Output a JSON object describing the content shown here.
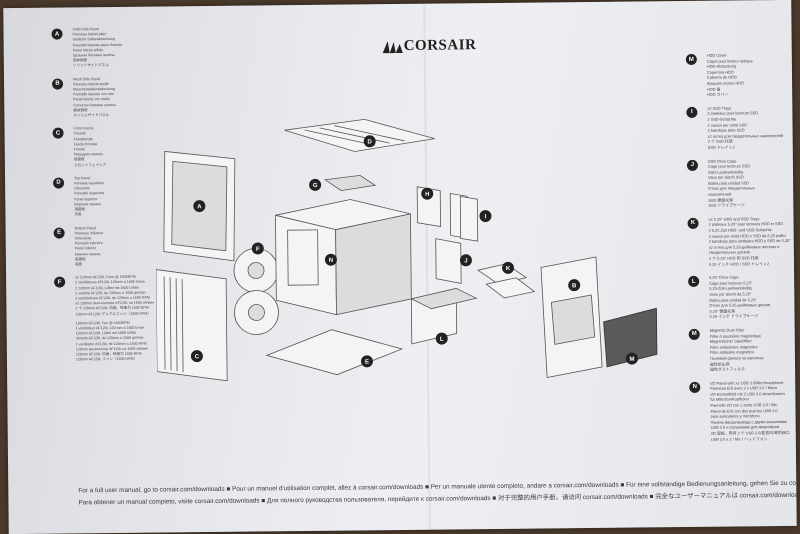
{
  "brand": "CORSAIR",
  "left_legend": [
    {
      "letter": "A",
      "lines": [
        "Solid Side Panel",
        "Panneau latéral plein",
        "Seitliche Seitenabdeckung",
        "Pannello laterale pieno finestra",
        "Panel lateral sólido",
        "Цельная боковая панель",
        "固体側板",
        "ソリッドサイドパネル"
      ]
    },
    {
      "letter": "B",
      "lines": [
        "Mesh Side Panel",
        "Panneau latéral maillé",
        "Maschenseitenabdeckung",
        "Pannello laterale con rete",
        "Panel lateral con malla",
        "Сетчатая боковая панель",
        "網狀側板",
        "メッシュサイドパネル"
      ]
    },
    {
      "letter": "C",
      "lines": [
        "Front Fascia",
        "Façade",
        "Frontblende",
        "Fascia frontale",
        "Frontal",
        "Передняя панель",
        "前面板",
        "フロントフェイシア"
      ]
    },
    {
      "letter": "D",
      "lines": [
        "Top Panel",
        "Panneau supérieur",
        "Oberseite",
        "Pannello superiore",
        "Panel superior",
        "Верхняя панель",
        "頂面板",
        "天板"
      ]
    },
    {
      "letter": "E",
      "lines": [
        "Bottom Panel",
        "Panneau inférieur",
        "Unterseite",
        "Pannello inferiore",
        "Panel inferior",
        "Нижняя панель",
        "底面板",
        "底板"
      ]
    },
    {
      "letter": "F",
      "lines": [
        "x2 120mm AF120L Fans @ 1600RPM",
        "2 ventilateurs AF120L 120mm à 1600 tr/min",
        "2 120mm AF120L Lüfter mit 1600 U/Min",
        "2 ventole AF120L da 120mm a 1600 giri/min",
        "2 ventiladores AF120L de 120mm a 1600 RPM",
        "x2 120mm вентилятора AF120L на 1600 об/мин",
        "2 个 120mm AF120L 风扇，转速为 1600 RPM",
        "120mm AF120L デュアルファン（1600 RPM）",
        "",
        "120mm AF120L Fan @ 1600RPM",
        "1 ventilateur AF120L 120 mm à 1600 tr/min",
        "120mm AF120L Lüfter mit 1600 U/Min",
        "Ventola AF120L da 120mm a 1600 giri/min",
        "1 ventilador AF120L de 120mm a 1600 RPM",
        "120mm вентилятор AF120L на 1600 об/мин",
        "120mm AF120L 风扇，转速为 1600 RPM",
        "120mm AF120L ファン（1600 RPM）"
      ]
    }
  ],
  "right_legend": [
    {
      "letter": "M",
      "lines": [
        "HDD Cover",
        "Capot pour lecteur optique",
        "HDD-Abdeckung",
        "Copertura HDD",
        "Cubierta de HDD",
        "Крышка отсека HDD",
        "HDD 盖",
        "HDD カバー"
      ]
    },
    {
      "letter": "I",
      "lines": [
        "x2 SSD Trays",
        "2 plateaux pour lecteurs SSD",
        "2 SSD-Schächte",
        "2 vassoi per unità SSD",
        "2 bandejas para SSD",
        "x2 лотка для твердотельных накопителей",
        "2 个 SSD 托架",
        "SSD トレイ x 2"
      ]
    },
    {
      "letter": "J",
      "lines": [
        "SSD Drive Cage",
        "Cage pour lecteurs SSD",
        "SSD-Laufwerkskäfig",
        "Vano per dischi SSD",
        "Bahía para unidad SSD",
        "Отсек для твердотельных",
        "накопителей",
        "SSD 硬盘托架",
        "SSD ドライブケージ"
      ]
    },
    {
      "letter": "K",
      "lines": [
        "x2 5.25\" HDD and SSD Trays",
        "2 plateaux 5,25\" pour lecteurs HDD et SSD",
        "2 5,25 Zoll HDD- und SSD-Schächte",
        "2 vassoi per unità HDD e SSD da 5,25 pollici",
        "2 bandejas para unidades HDD y SSD de 5,25\"",
        "x2 лотка для 5,25-дюймовых жестких и",
        "твердотельных дисков",
        "2 个 5.25\" HDD 和 SSD 托架",
        "5.25 インチ HDD / SSD トレイ x 2"
      ]
    },
    {
      "letter": "L",
      "lines": [
        "5.25\" Drive Cage",
        "Cage pour lecteurs 5,25\"",
        "5,25-Zoll-Laufwerkskäfig",
        "Vano per dischi da 5,25\"",
        "Bahía para unidad de 5,25\"",
        "Отсек для 5,25-дюймовых дисков",
        "5.25\" 硬盘托架",
        "5.25 インチ ドライブケージ"
      ]
    },
    {
      "letter": "M",
      "lines": [
        "Magnetic Dust Filter",
        "Filtre à poussière magnétique",
        "Magnetischer Staubfilter",
        "Filtro antipolvere magnetico",
        "Filtro antipolvo magnético",
        "Пылевой фильтр на магнитах",
        "磁性防尘网",
        "磁性ダストフィルタ"
      ]
    },
    {
      "letter": "N",
      "lines": [
        "I/O Panel with x2 USB 3.0/Mic/Headphone",
        "Panneau E/S avec 2 x USB 3.0 / Micro",
        "I/O-Kontrollfeld mit 2 USB 3.0-Anschlüssen",
        "für Mikrofon/Kopfhörer",
        "Pannello I/O con 2 porte USB 3.0 / Mic",
        "Panel de E/S con dos puertos USB 3.0",
        "para auriculares y micrófono",
        "Панель ввода-вывода с двумя разъемами",
        "USB 3.0 и разъемами для микрофона",
        "I/O 面板，带有 2 个 USB 3.0/麦克风/耳机接口",
        "USB 3.0 x 2 / Mic / ヘッドフォン"
      ]
    }
  ],
  "callouts": [
    "A",
    "B",
    "C",
    "D",
    "E",
    "F",
    "G",
    "H",
    "I",
    "J",
    "K",
    "L",
    "M",
    "N"
  ],
  "footer": {
    "line1": "For a full user manual, go to corsair.com/downloads ■ Pour un manuel d'utilisation complet, allez à corsair.com/downloads ■ Per un manuale utente completo, andare a corsair.com/downloads ■ Für eine vollständige Bedienungsanleitung, gehen Sie zu corsair.com/downloads",
    "line2": "Para obtener un manual completo, visite corsair.com/downloads ■ Для полного руководства пользователя, перейдите к corsair.com/downloads ■ 对于完整的用户手册，请访问 corsair.com/downloads ■ 完全なユーザーマニュアルは corsair.com/downloads"
  },
  "colors": {
    "paper": "#e8e9ed",
    "ink": "#222222",
    "table": "#4a3a2c"
  }
}
